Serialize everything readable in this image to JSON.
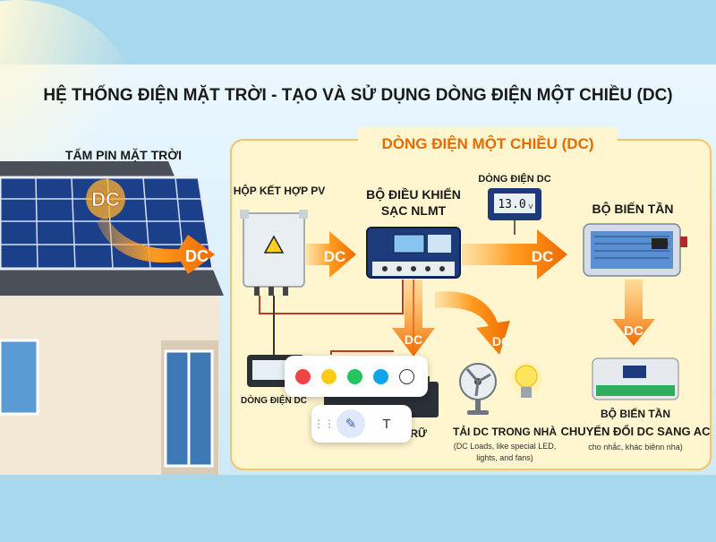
{
  "title": "HỆ THỐNG ĐIỆN MẶT TRỜI - TẠO VÀ SỬ DỤNG DÒNG ĐIỆN MỘT CHIỀU (DC)",
  "dc_banner": "DÒNG ĐIỆN MỘT CHIỀU (DC)",
  "solar_panel_label": "TẤM PIN MẶT TRỜI",
  "dc_tag": "DC",
  "combiner_label": "HỘP KẾT HỢP PV",
  "controller_label_line1": "BỘ ĐIỀU KHIỂN",
  "controller_label_line2": "SẠC NLMT",
  "dc_current_label_top": "DÒNG ĐIỆN DC",
  "meter_reading": "13.0",
  "meter_unit": "V",
  "inverter_label": "BỘ BIẾN TẦN",
  "dc_current_label_bottom": "DÒNG ĐIỆN DC",
  "battery_label_partial": "U TRỮ",
  "dc_loads_label": "TẢI DC TRONG NHÀ",
  "dc_loads_desc_line1": "(DC Loads, like special LED,",
  "dc_loads_desc_line2": "lights, and fans)",
  "converter_label_line1": "BỘ BIẾN TẦN",
  "converter_label_line2": "CHUYỂN ĐỔI DC SANG AC",
  "converter_desc": "cho nhắc, khác biênn nha)",
  "toolbar": {
    "colors": [
      "#ef4444",
      "#facc15",
      "#22c55e",
      "#0ea5e9",
      "#ffffff"
    ],
    "draw_tool": "✎",
    "text_tool": "T",
    "drag_handle": "⋮⋮"
  },
  "colors": {
    "accent_orange": "#f28c1e",
    "title_dark": "#1a1a1a",
    "panel_bg": "#fff3c4",
    "sky": "#a8d8ee"
  }
}
